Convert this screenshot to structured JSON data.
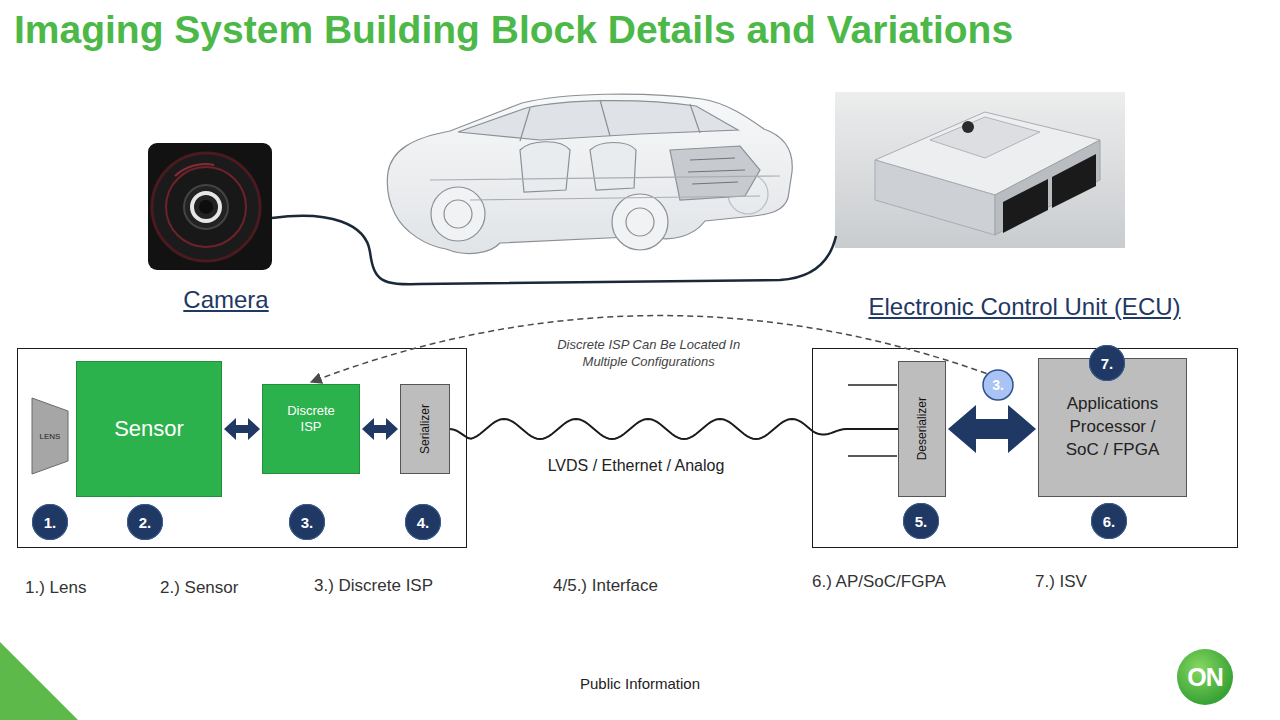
{
  "diagram": {
    "title": "Imaging System Building Block Details and Variations",
    "nodes": [
      {
        "text": [
          "Camera"
        ]
      },
      {
        "text": [
          "LENS"
        ],
        "in": 0
      },
      {
        "text": [
          "Sensor"
        ],
        "in": 0
      },
      {
        "text": [
          "Discrete ISP"
        ],
        "in": 0
      },
      {
        "text": [
          "Serializer"
        ],
        "in": 0
      },
      {
        "text": [
          "Electronic Control Unit (ECU)"
        ]
      },
      {
        "text": [
          "Deserializer"
        ],
        "in": 5
      },
      {
        "text": [
          "3."
        ],
        "in": 5
      },
      {
        "text": [
          "Applications Processor / SoC / FPGA"
        ],
        "in": 5
      }
    ],
    "edges": [
      {
        "from": 2,
        "to": 3,
        "arrow": "both"
      },
      {
        "from": 3,
        "to": 4,
        "arrow": "both"
      },
      {
        "from": 4,
        "to": 6,
        "label": "LVDS / Ethernet / Analog",
        "arrow": "none"
      },
      {
        "from": 6,
        "to": 8,
        "arrow": "both"
      },
      {
        "from": 7,
        "to": 3,
        "label": "Discrete ISP Can Be Located In Multiple Configurations",
        "arrow": "to"
      }
    ],
    "labels": [
      "7.",
      "1.",
      "2.",
      "3.",
      "4.",
      "5.",
      "6.",
      "1.) Lens",
      "2.) Sensor",
      "3.) Discrete ISP",
      "4/5.) Interface",
      "6.) AP/SoC/FGPA",
      "7.) ISV",
      "Public Information",
      "ON"
    ]
  }
}
